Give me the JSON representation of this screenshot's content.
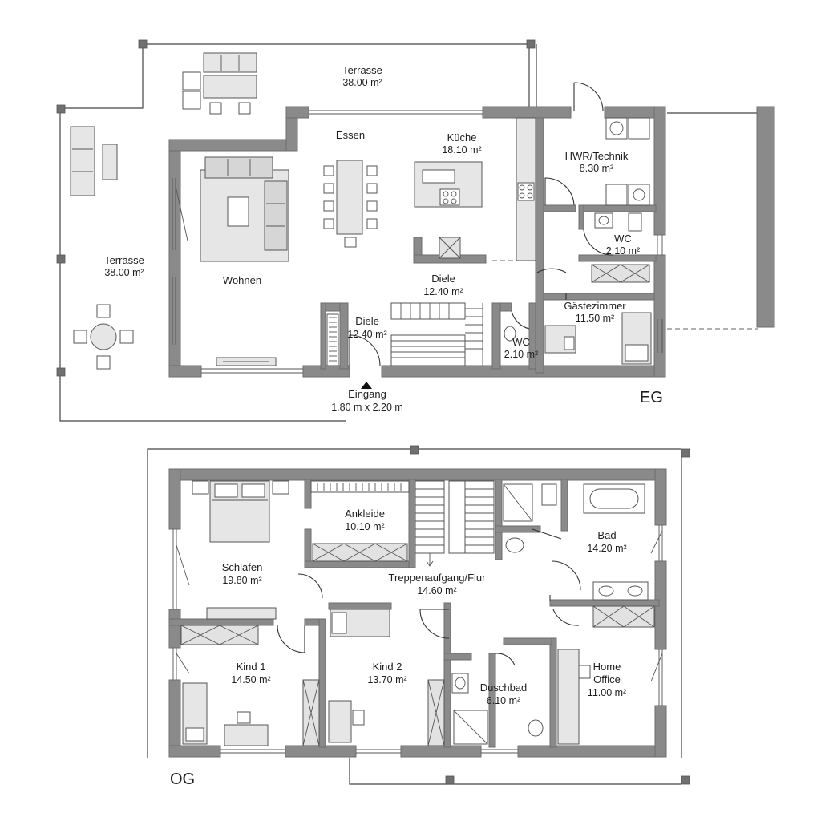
{
  "eg": {
    "floor_label": "EG",
    "rooms": {
      "terrasse_top": {
        "name": "Terrasse",
        "area": "38.00 m²"
      },
      "terrasse_left": {
        "name": "Terrasse",
        "area": "38.00 m²"
      },
      "essen": {
        "name": "Essen",
        "area": ""
      },
      "kueche": {
        "name": "Küche",
        "area": "18.10 m²"
      },
      "hwr": {
        "name": "HWR/Technik",
        "area": "8.30 m²"
      },
      "wc_right": {
        "name": "WC",
        "area": "2.10 m²"
      },
      "wohnen": {
        "name": "Wohnen",
        "area": ""
      },
      "diele_center": {
        "name": "Diele",
        "area": "12.40 m²"
      },
      "gaestezimmer": {
        "name": "Gästezimmer",
        "area": "11.50 m²"
      },
      "diele_left": {
        "name": "Diele",
        "area": "12.40 m²"
      },
      "wc_center": {
        "name": "WC",
        "area": "2.10 m²"
      }
    },
    "entrance": {
      "name": "Eingang",
      "size": "1.80 m x 2.20 m"
    }
  },
  "og": {
    "floor_label": "OG",
    "rooms": {
      "schlafen": {
        "name": "Schlafen",
        "area": "19.80 m²"
      },
      "ankleide": {
        "name": "Ankleide",
        "area": "10.10 m²"
      },
      "bad": {
        "name": "Bad",
        "area": "14.20 m²"
      },
      "flur": {
        "name": "Treppenaufgang/Flur",
        "area": "14.60 m²"
      },
      "kind1": {
        "name": "Kind 1",
        "area": "14.50 m²"
      },
      "kind2": {
        "name": "Kind 2",
        "area": "13.70 m²"
      },
      "duschbad": {
        "name": "Duschbad",
        "area": "6.10 m²"
      },
      "office": {
        "name_line1": "Home",
        "name_line2": "Office",
        "area": "11.00 m²"
      }
    }
  }
}
